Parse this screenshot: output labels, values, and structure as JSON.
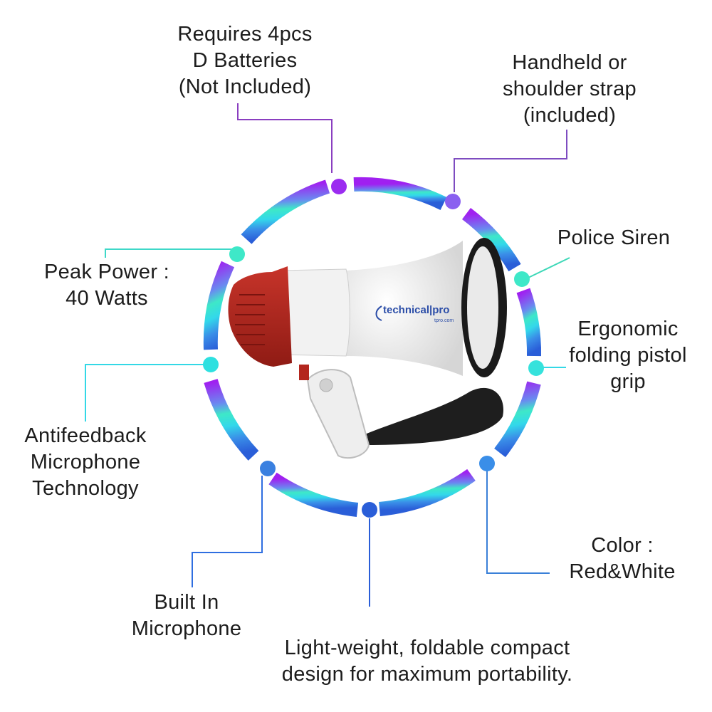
{
  "brand": {
    "logo_text": "technical|pro",
    "logo_sub": "tpro.com"
  },
  "product": {
    "icon": "megaphone",
    "colors": {
      "body": "#f4f4f4",
      "horn_rim": "#1a1a1a",
      "siren_cap": "#b3261e",
      "strap": "#1e1e1e"
    }
  },
  "ring_colors": {
    "top": "#9b2cf0",
    "upper_right": "#8a60f0",
    "right": "#3ee8c8",
    "left": "#2ee0e0",
    "bottom": "#2f6ee0"
  },
  "features": {
    "batteries": {
      "lines": [
        "Requires 4pcs",
        "D Batteries",
        "(Not Included)"
      ]
    },
    "strap": {
      "lines": [
        "Handheld or",
        "shoulder strap",
        "(included)"
      ]
    },
    "siren": {
      "lines": [
        "Police Siren"
      ]
    },
    "grip": {
      "lines": [
        "Ergonomic",
        "folding pistol",
        "grip"
      ]
    },
    "power": {
      "lines": [
        "Peak Power :",
        "40 Watts"
      ]
    },
    "antifeedback": {
      "lines": [
        "Antifeedback",
        "Microphone",
        "Technology"
      ]
    },
    "color": {
      "lines": [
        "Color :",
        "Red&White"
      ]
    },
    "microphone": {
      "lines": [
        "Built In",
        "Microphone"
      ]
    },
    "portability": {
      "lines": [
        "Light-weight, foldable compact",
        "design for maximum portability."
      ]
    }
  }
}
